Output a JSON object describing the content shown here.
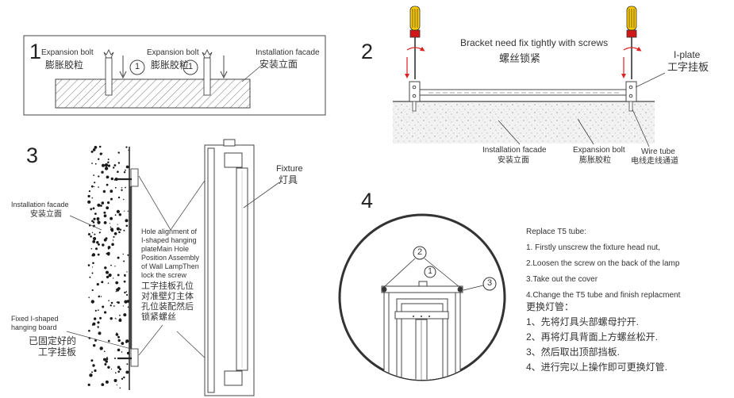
{
  "step1": {
    "number": "1",
    "bolt_en_left": "Expansion bolt",
    "bolt_cn_left": "膨胀胶粒",
    "bolt_en_right": "Expansion bolt",
    "bolt_cn_right": "膨胀胶粒",
    "marker_left": "1",
    "marker_right": "1",
    "facade_en": "Installation facade",
    "facade_cn": "安装立面"
  },
  "step2": {
    "number": "2",
    "bracket_en": "Bracket need fix tightly with screws",
    "bracket_cn": "螺丝锁紧",
    "iplate_en": "I-plate",
    "iplate_cn": "工字挂板",
    "facade_en": "Installation facade",
    "facade_cn": "安装立面",
    "bolt_en": "Expansion bolt",
    "bolt_cn": "膨胀胶粒",
    "wire_en": "Wire tube",
    "wire_cn": "电线走线通道"
  },
  "step3": {
    "number": "3",
    "facade_en": "Installation facade",
    "facade_cn": "安装立面",
    "fixed_en_1": "Fixed I-shaped",
    "fixed_en_2": "hanging board",
    "fixed_cn_1": "已固定好的",
    "fixed_cn_2": "工字挂板",
    "fixture_en": "Fixture",
    "fixture_cn": "灯具",
    "align_en": [
      "Hole alignment of",
      "I-shaped hanging",
      "plateMain Hole",
      "Position Assembly",
      "of Wall LampThen",
      "lock the screw"
    ],
    "align_cn": [
      "工字挂板孔位",
      "对准壁灯主体",
      "孔位装配然后",
      "锁紧螺丝"
    ]
  },
  "step4": {
    "number": "4",
    "marker_1": "1",
    "marker_2": "2",
    "marker_3": "3",
    "instructions_en": [
      "Replace T5 tube:",
      "1. Firstly unscrew the fixture head nut,",
      "2.Loosen the screw on the back of the lamp",
      "3.Take out the cover",
      "4.Change the T5 tube and finish replacment"
    ],
    "instructions_cn": [
      "更换灯管：",
      "1、先将灯具头部螺母拧开.",
      "2、再将灯具背面上方螺丝松开.",
      "3、然后取出顶部挡板.",
      "4、进行完以上操作即可更换灯管."
    ]
  }
}
